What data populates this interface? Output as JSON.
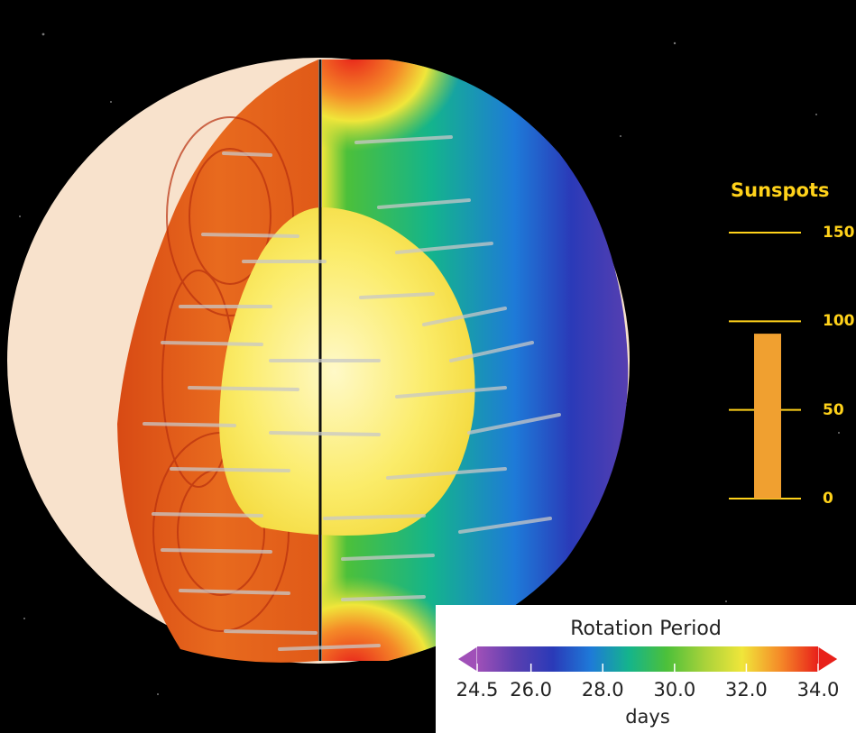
{
  "chart_data": [
    {
      "type": "bar",
      "title": "Sunspots",
      "categories": [
        ""
      ],
      "values": [
        93
      ],
      "ylim": [
        0,
        150
      ],
      "yticks": [
        "150",
        "100",
        "50",
        "0"
      ],
      "color": "#f0a030",
      "tick_color": "#ffd21a"
    },
    {
      "type": "heatmap",
      "title": "Rotation Period",
      "xlabel": "days",
      "range": [
        24.5,
        34.0
      ],
      "ticks": [
        "24.5",
        "26.0",
        "28.0",
        "30.0",
        "32.0",
        "34.0"
      ],
      "colormap": [
        "#a050b8",
        "#5a3fb0",
        "#2a3ab8",
        "#1e7ad8",
        "#14b48c",
        "#4cc03a",
        "#a8d23a",
        "#f0e63a",
        "#f58a28",
        "#e8201a"
      ]
    }
  ]
}
